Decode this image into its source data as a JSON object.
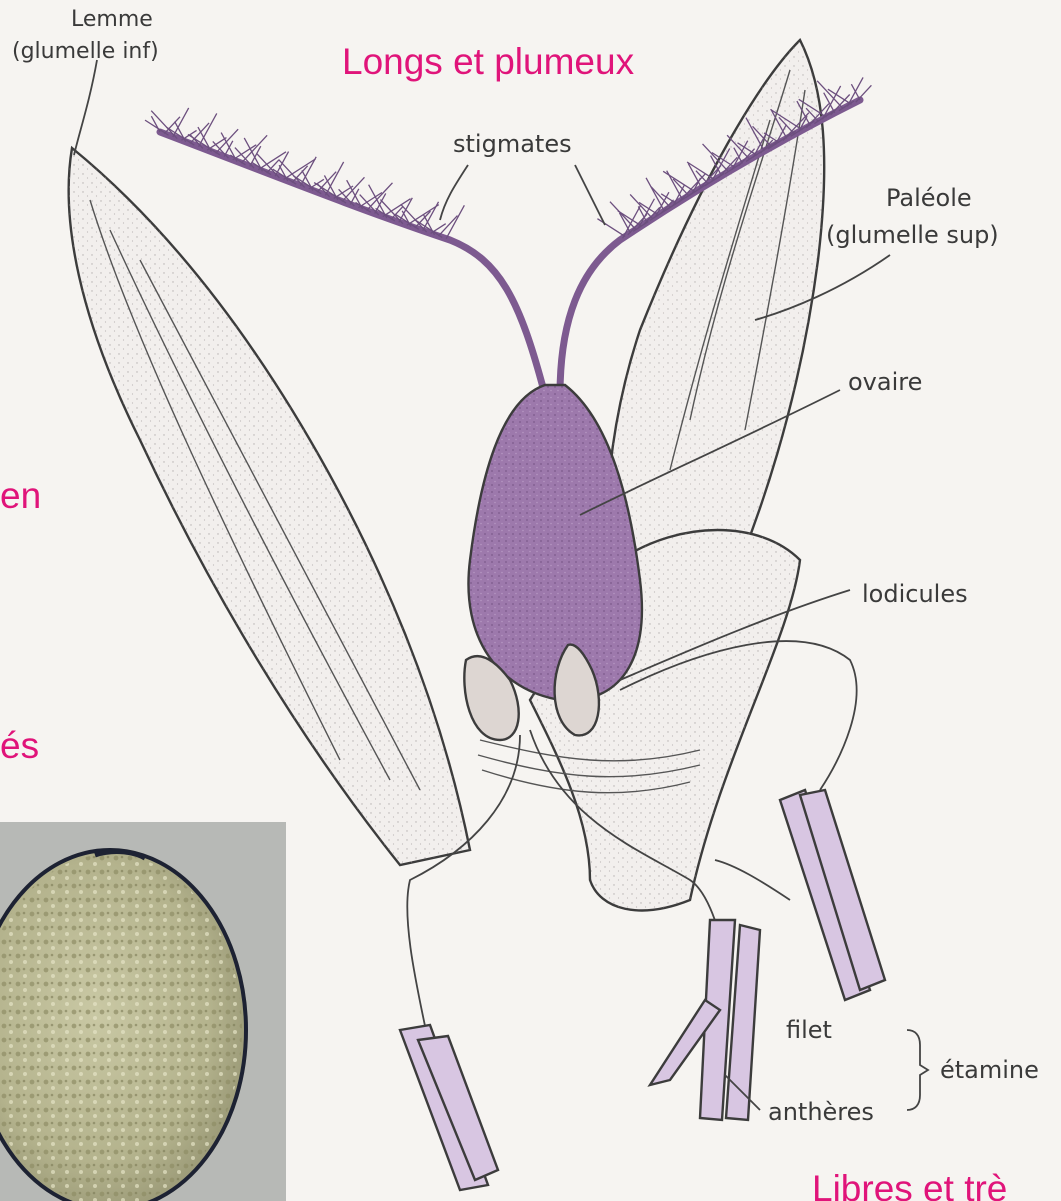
{
  "colors": {
    "background": "#f6f4f1",
    "annotation_pink": "#e0147a",
    "stigma_purple": "#a77cb5",
    "ovary_purple": "#9d79ac",
    "anther_lilac": "#d8c6e2",
    "bract_fill": "#f2efed",
    "line": "#3c3c3c"
  },
  "labels": {
    "lemme_line1": "Lemme",
    "lemme_line2": "(glumelle inf)",
    "stigmates": "stigmates",
    "paleole_line1": "Paléole",
    "paleole_line2": "(glumelle sup)",
    "ovaire": "ovaire",
    "lodicules": "lodicules",
    "filet": "filet",
    "etamine": "étamine",
    "antheres": "anthères"
  },
  "annotations": {
    "top": "Longs et plumeux",
    "left_partial_1": "en",
    "left_partial_2": "és",
    "bottom_partial": "Libres et trè"
  },
  "photo": {
    "subject": "pollen-grain-micrograph"
  }
}
